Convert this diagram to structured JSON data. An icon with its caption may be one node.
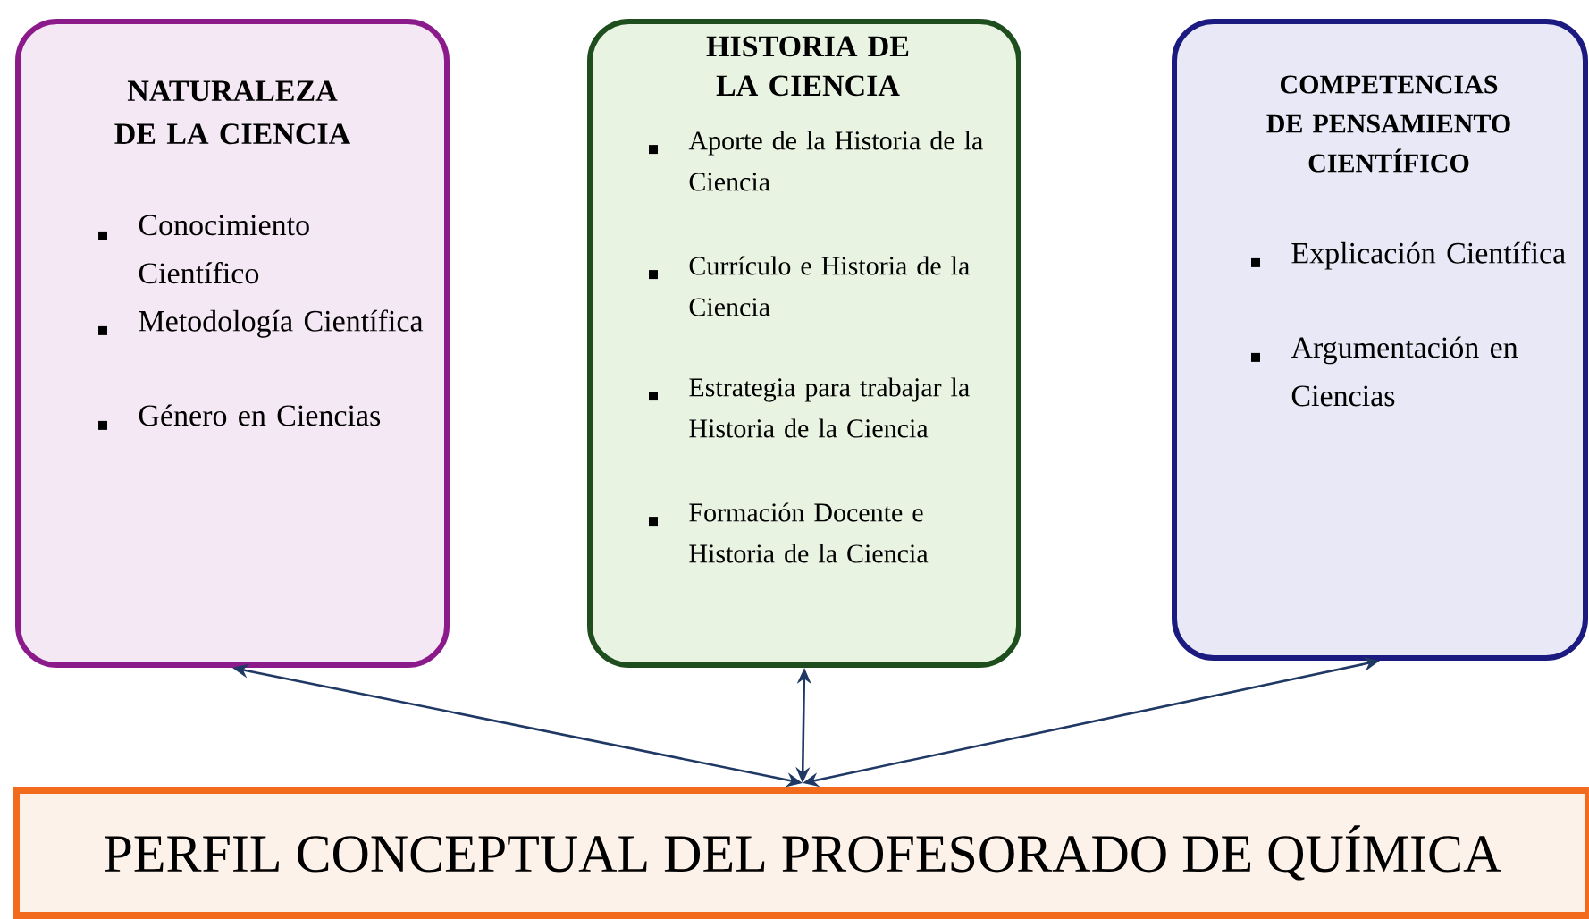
{
  "diagram": {
    "nodes": [
      {
        "text": [
          "NATURALEZA DE LA CIENCIA",
          "Conocimiento Científico",
          "Metodología Científica",
          "Género en Ciencias"
        ]
      },
      {
        "text": [
          "HISTORIA DE LA CIENCIA",
          "Aporte de la Historia de la Ciencia",
          "Currículo e Historia de la Ciencia",
          "Estrategia para trabajar la Historia de la Ciencia",
          "Formación Docente e Historia de la Ciencia"
        ]
      },
      {
        "text": [
          "COMPETENCIAS DE PENSAMIENTO CIENTÍFICO",
          "Explicación Científica",
          "Argumentación en Ciencias"
        ]
      },
      {
        "text": [
          "PERFIL CONCEPTUAL DEL PROFESORADO DE QUÍMICA"
        ]
      }
    ],
    "edges": [
      {
        "from": 3,
        "to": 0,
        "arrow": "both"
      },
      {
        "from": 3,
        "to": 1,
        "arrow": "both"
      },
      {
        "from": 3,
        "to": 2,
        "arrow": "both"
      }
    ]
  }
}
